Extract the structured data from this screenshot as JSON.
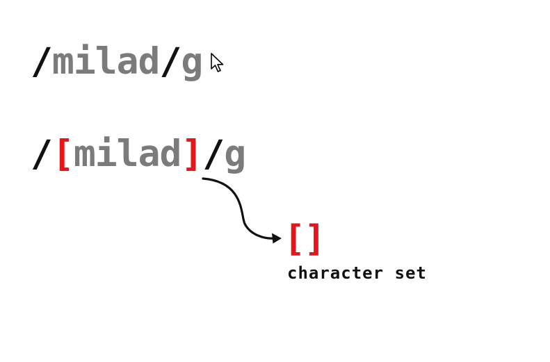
{
  "line1": {
    "open_slash": "/",
    "pattern": "milad",
    "close_slash": "/",
    "flag": "g"
  },
  "line2": {
    "open_slash": "/",
    "open_bracket": "[",
    "pattern": "milad",
    "close_bracket": "]",
    "close_slash": "/",
    "flag": "g"
  },
  "callout": {
    "symbol": "[]",
    "label": "character set"
  },
  "colors": {
    "slash": "#111111",
    "pattern": "#7b7b7b",
    "bracket": "#e8141b",
    "background": "#ffffff"
  },
  "icons": {
    "cursor": "mouse-pointer-icon",
    "arrow": "curved-arrow-icon"
  }
}
